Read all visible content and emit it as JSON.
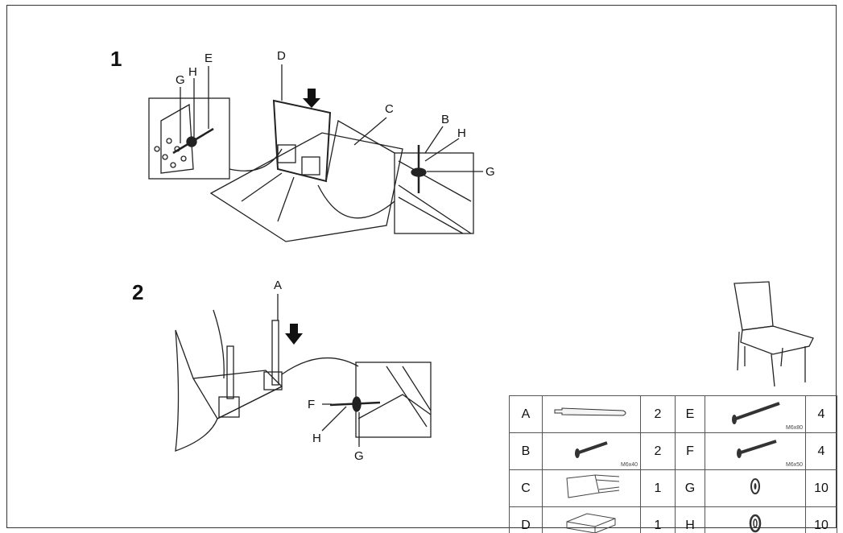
{
  "steps": [
    {
      "number": "1",
      "labels": {
        "D": "D",
        "E": "E",
        "H1": "H",
        "G1": "G",
        "C": "C",
        "B": "B",
        "H2": "H",
        "G2": "G"
      }
    },
    {
      "number": "2",
      "labels": {
        "A": "A",
        "F": "F",
        "H": "H",
        "G": "G"
      }
    }
  ],
  "parts": [
    {
      "left": {
        "letter": "A",
        "qty": "2",
        "size": ""
      },
      "right": {
        "letter": "E",
        "qty": "4",
        "size": "M6x80"
      }
    },
    {
      "left": {
        "letter": "B",
        "qty": "2",
        "size": "M6x40"
      },
      "right": {
        "letter": "F",
        "qty": "4",
        "size": "M6x50"
      }
    },
    {
      "left": {
        "letter": "C",
        "qty": "1",
        "size": ""
      },
      "right": {
        "letter": "G",
        "qty": "10",
        "size": ""
      }
    },
    {
      "left": {
        "letter": "D",
        "qty": "1",
        "size": ""
      },
      "right": {
        "letter": "H",
        "qty": "10",
        "size": ""
      }
    }
  ]
}
